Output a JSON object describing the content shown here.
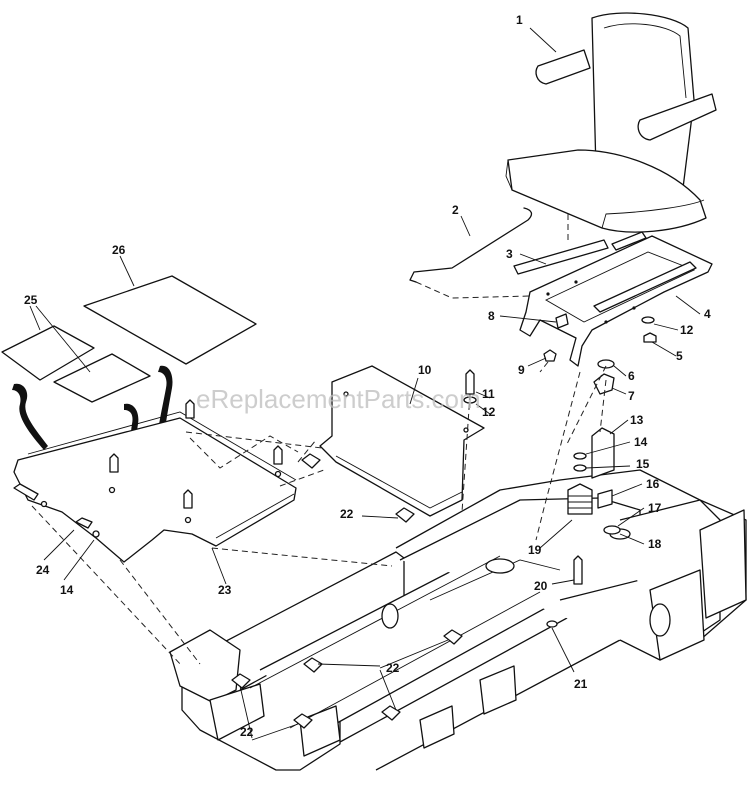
{
  "watermark": "eReplacementParts.com",
  "callouts": [
    {
      "id": "c1",
      "text": "1"
    },
    {
      "id": "c2",
      "text": "2"
    },
    {
      "id": "c3",
      "text": "3"
    },
    {
      "id": "c4",
      "text": "4"
    },
    {
      "id": "c5",
      "text": "5"
    },
    {
      "id": "c6",
      "text": "6"
    },
    {
      "id": "c7",
      "text": "7"
    },
    {
      "id": "c8",
      "text": "8"
    },
    {
      "id": "c9",
      "text": "9"
    },
    {
      "id": "c10",
      "text": "10"
    },
    {
      "id": "c11",
      "text": "11"
    },
    {
      "id": "c12a",
      "text": "12"
    },
    {
      "id": "c12b",
      "text": "12"
    },
    {
      "id": "c13",
      "text": "13"
    },
    {
      "id": "c14a",
      "text": "14"
    },
    {
      "id": "c14b",
      "text": "14"
    },
    {
      "id": "c15",
      "text": "15"
    },
    {
      "id": "c16",
      "text": "16"
    },
    {
      "id": "c17",
      "text": "17"
    },
    {
      "id": "c18",
      "text": "18"
    },
    {
      "id": "c19",
      "text": "19"
    },
    {
      "id": "c20",
      "text": "20"
    },
    {
      "id": "c21",
      "text": "21"
    },
    {
      "id": "c22a",
      "text": "22"
    },
    {
      "id": "c22b",
      "text": "22"
    },
    {
      "id": "c22c",
      "text": "22"
    },
    {
      "id": "c23",
      "text": "23"
    },
    {
      "id": "c24",
      "text": "24"
    },
    {
      "id": "c25",
      "text": "25"
    },
    {
      "id": "c26",
      "text": "26"
    }
  ]
}
